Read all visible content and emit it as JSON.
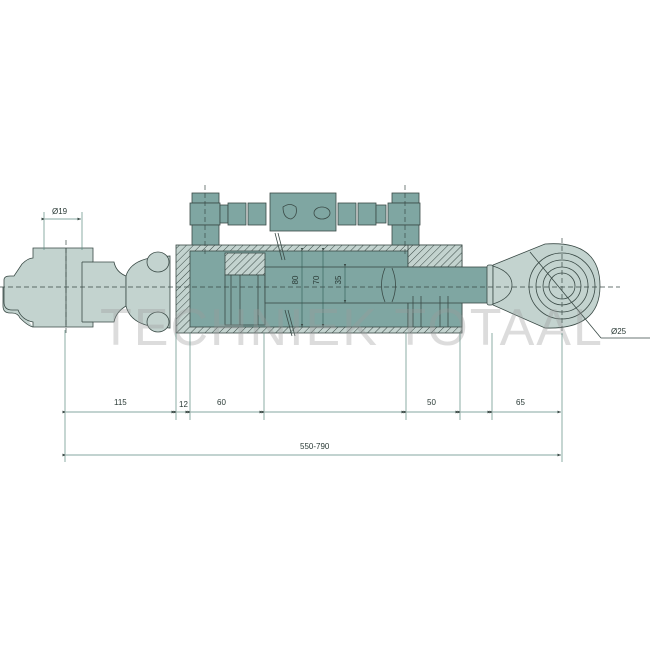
{
  "drawing": {
    "title": "Hydraulic top link cylinder technical drawing",
    "watermark": "TECHNIEK TOTAAL",
    "colors": {
      "light_fill": "#c3d3cf",
      "dark_fill": "#7fa6a2",
      "outline": "#3a4a46",
      "dim_line": "#5b8a80",
      "hatch": "#3a4a46"
    },
    "dimensions": {
      "pin_left_diameter": "Ø19",
      "pin_right_diameter": "Ø25",
      "seg_1": "115",
      "seg_2": "12",
      "seg_3": "60",
      "seg_4": "50",
      "seg_5": "65",
      "overall_length": "550-790",
      "bore_outer": "80",
      "bore_inner": "70",
      "rod_diameter": "35"
    }
  }
}
